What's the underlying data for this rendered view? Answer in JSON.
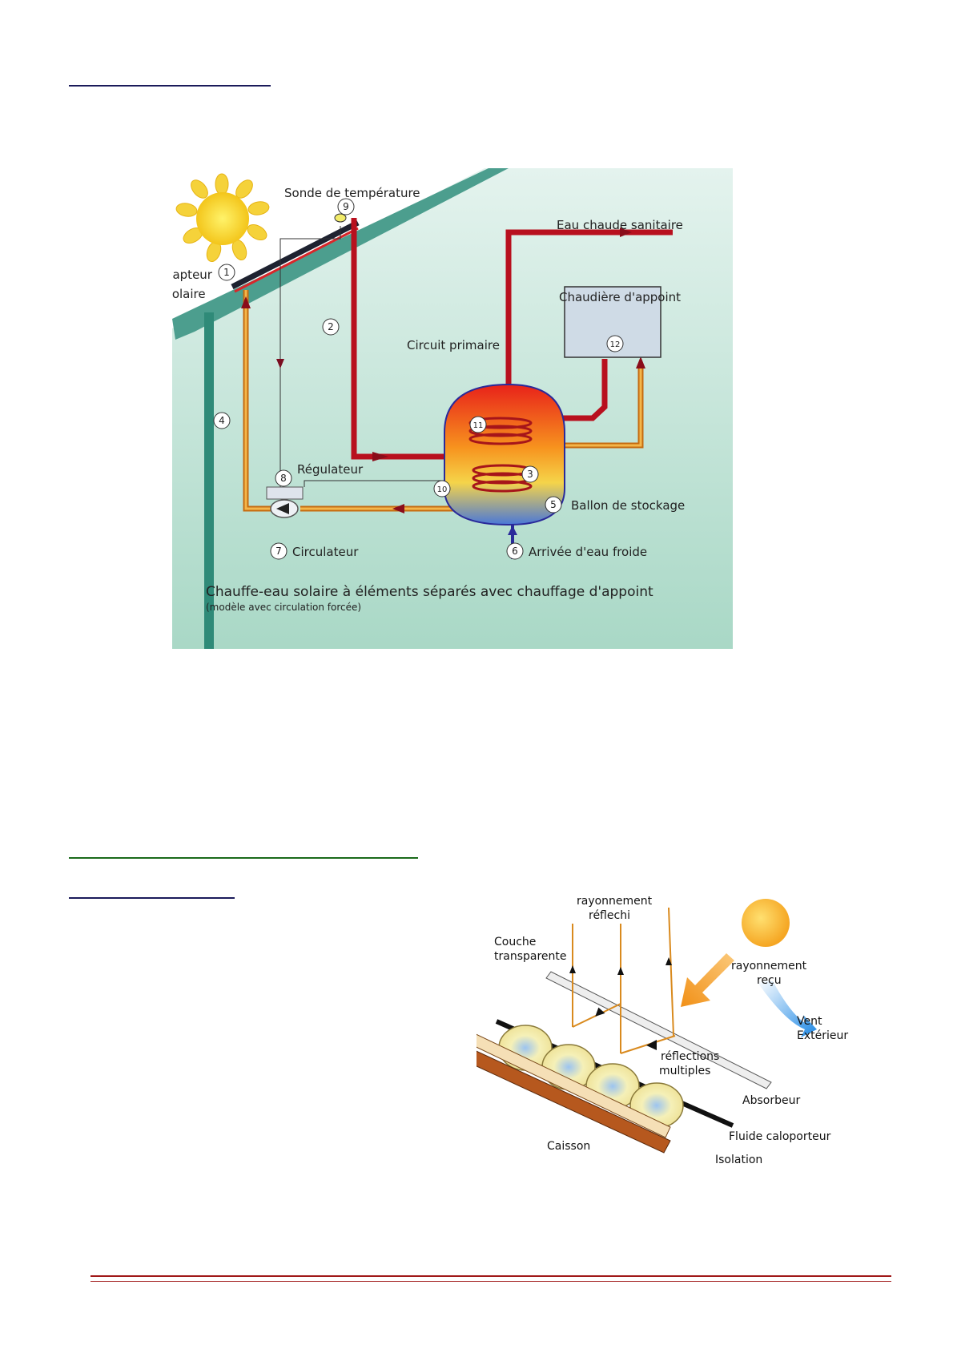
{
  "figure1": {
    "labels": {
      "sonde": "Sonde de température",
      "eau_chaude": "Eau chaude sanitaire",
      "capteur_line1": "Capteur",
      "capteur_line2": "solaire",
      "chaudiere": "Chaudière d'appoint",
      "circuit_primaire": "Circuit primaire",
      "regulateur": "Régulateur",
      "ballon": "Ballon de stockage",
      "circulateur": "Circulateur",
      "arrivee": "Arrivée d'eau froide"
    },
    "numbers": [
      "1",
      "2",
      "3",
      "4",
      "5",
      "6",
      "7",
      "8",
      "9",
      "10",
      "11",
      "12"
    ],
    "caption": "Chauffe-eau solaire à éléments séparés avec chauffage d'appoint",
    "caption_sub": "(modèle avec circulation forcée)",
    "colors": {
      "background": "#bfe3d6",
      "roof": "#4c9e8e",
      "hot_pipe": "#c4162a",
      "return_pipe": "#e89a2a"
    }
  },
  "figure2": {
    "labels": {
      "rayon_reflechi_1": "rayonnement",
      "rayon_reflechi_2": "réflechi",
      "couche_1": "Couche",
      "couche_2": "transparente",
      "rayon_recu_1": "rayonnement",
      "rayon_recu_2": "reçu",
      "vent_1": "Vent",
      "vent_2": "Extérieur",
      "reflections_1": "réflections",
      "reflections_2": "multiples",
      "absorbeur": "Absorbeur",
      "fluide": "Fluide caloporteur",
      "caisson": "Caisson",
      "isolation": "Isolation"
    }
  },
  "colors": {
    "title_rule_1": "#1a1a5a",
    "title_rule_2": "#1a6a1a",
    "title_rule_3": "#1a1a5a",
    "footer_rule": "#a01818"
  }
}
